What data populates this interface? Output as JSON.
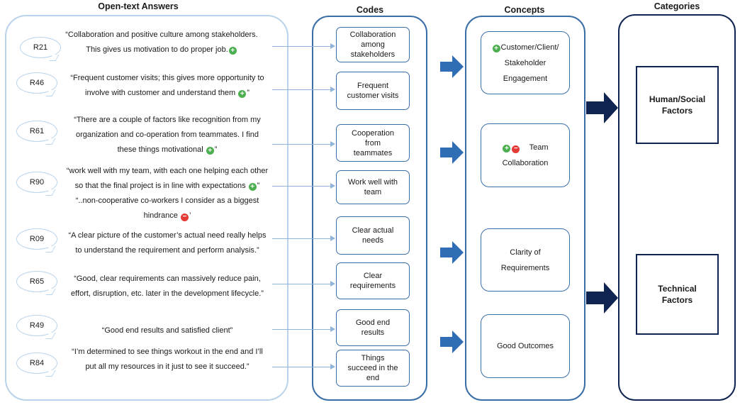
{
  "titles": {
    "answers": "Open-text Answers",
    "codes": "Codes",
    "concepts": "Concepts",
    "categories": "Categories"
  },
  "responses": [
    {
      "id": "R21",
      "lines": [
        "“Collaboration and positive culture among stakeholders.",
        "This gives us motivation to do proper job."
      ],
      "end": ""
    },
    {
      "id": "R46",
      "lines": [
        "“Frequent customer visits; this gives more opportunity to",
        "involve with customer and understand them"
      ],
      "end": "”"
    },
    {
      "id": "R61",
      "lines": [
        "“There are a couple of factors like recognition from my",
        "organization and co-operation from teammates. I find",
        "these things motivational"
      ],
      "end": "”"
    },
    {
      "id": "R90",
      "lines": [
        "“work well with my team, with each one helping each other",
        "so that the final project is in line with expectations",
        "“..non-cooperative co-workers I consider as a biggest",
        "hindrance"
      ],
      "end1": "”",
      "end2": "’"
    },
    {
      "id": "R09",
      "lines": [
        "“A clear picture of the customer’s actual need really helps",
        "to understand the requirement and perform analysis.”"
      ]
    },
    {
      "id": "R65",
      "lines": [
        "“Good, clear requirements can massively reduce pain,",
        "effort, disruption, etc. later in the development lifecycle.”"
      ]
    },
    {
      "id": "R49",
      "lines": [
        "“Good end results and satisfied client”"
      ]
    },
    {
      "id": "R84",
      "lines": [
        "“I’m determined to see things workout in the end and I’ll",
        "put all my resources in it just to see it succeed.”"
      ]
    }
  ],
  "codes": [
    [
      "Collaboration",
      "among",
      "stakeholders"
    ],
    [
      "Frequent",
      "customer visits"
    ],
    [
      "Cooperation",
      "from",
      "teammates"
    ],
    [
      "Work well with",
      "team"
    ],
    [
      "Clear actual",
      "needs"
    ],
    [
      "Clear",
      "requirements"
    ],
    [
      "Good end",
      "results"
    ],
    [
      "Things",
      "succeed in the",
      "end"
    ]
  ],
  "concepts": [
    {
      "lines": [
        "Customer/Client/",
        "Stakeholder",
        "Engagement"
      ]
    },
    {
      "lines": [
        "Team",
        "Collaboration"
      ]
    },
    {
      "lines": [
        "Clarity of",
        "Requirements"
      ]
    },
    {
      "lines": [
        "Good Outcomes"
      ]
    }
  ],
  "categories": [
    {
      "lines": [
        "Human/Social",
        "Factors"
      ]
    },
    {
      "lines": [
        "Technical",
        "Factors"
      ]
    }
  ],
  "colors": {
    "positive": "#4caf50",
    "negative": "#e53935",
    "arrow_block": "#2f6db5",
    "arrow_dark": "#0f2450"
  }
}
